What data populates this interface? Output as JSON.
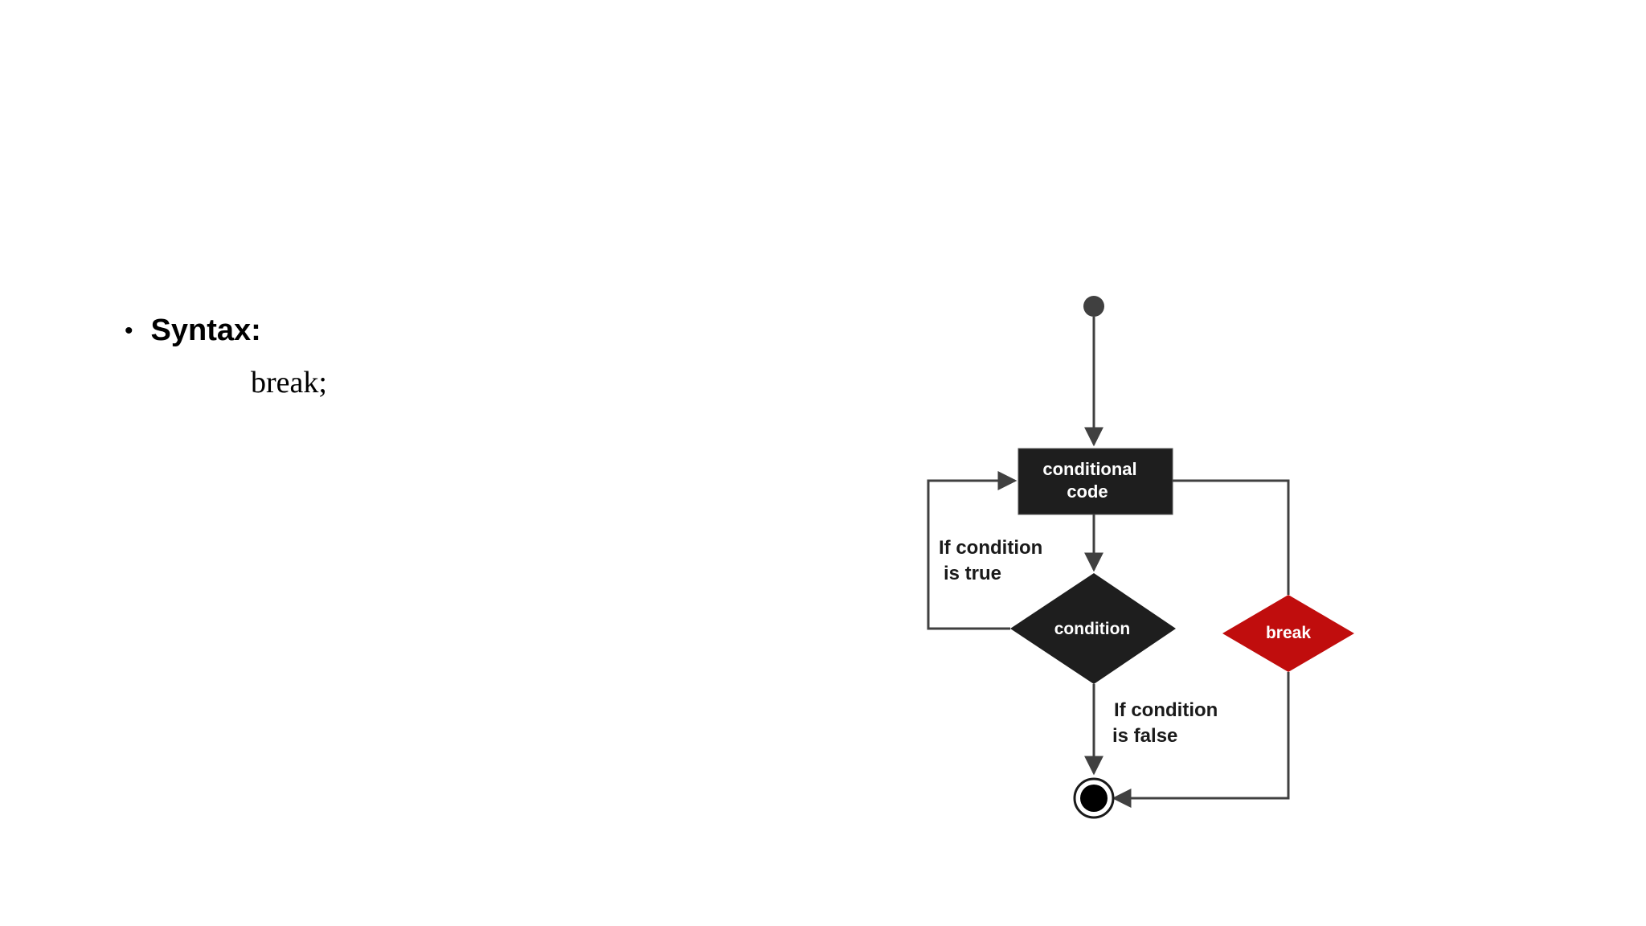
{
  "slide": {
    "bullet_symbol": "•",
    "syntax_label": "Syntax:",
    "code": "break;"
  },
  "diagram": {
    "box_line1": "conditional",
    "box_line2": "code",
    "decision_label": "condition",
    "break_label": "break",
    "true_line1": "If condition",
    "true_line2": "is true",
    "false_line1": "If condition",
    "false_line2": "is false",
    "colors": {
      "node_fill": "#1e1e1e",
      "break_fill": "#c00d0d",
      "line": "#404040",
      "node_text": "#ffffff",
      "label_text": "#1a1a1a"
    }
  }
}
